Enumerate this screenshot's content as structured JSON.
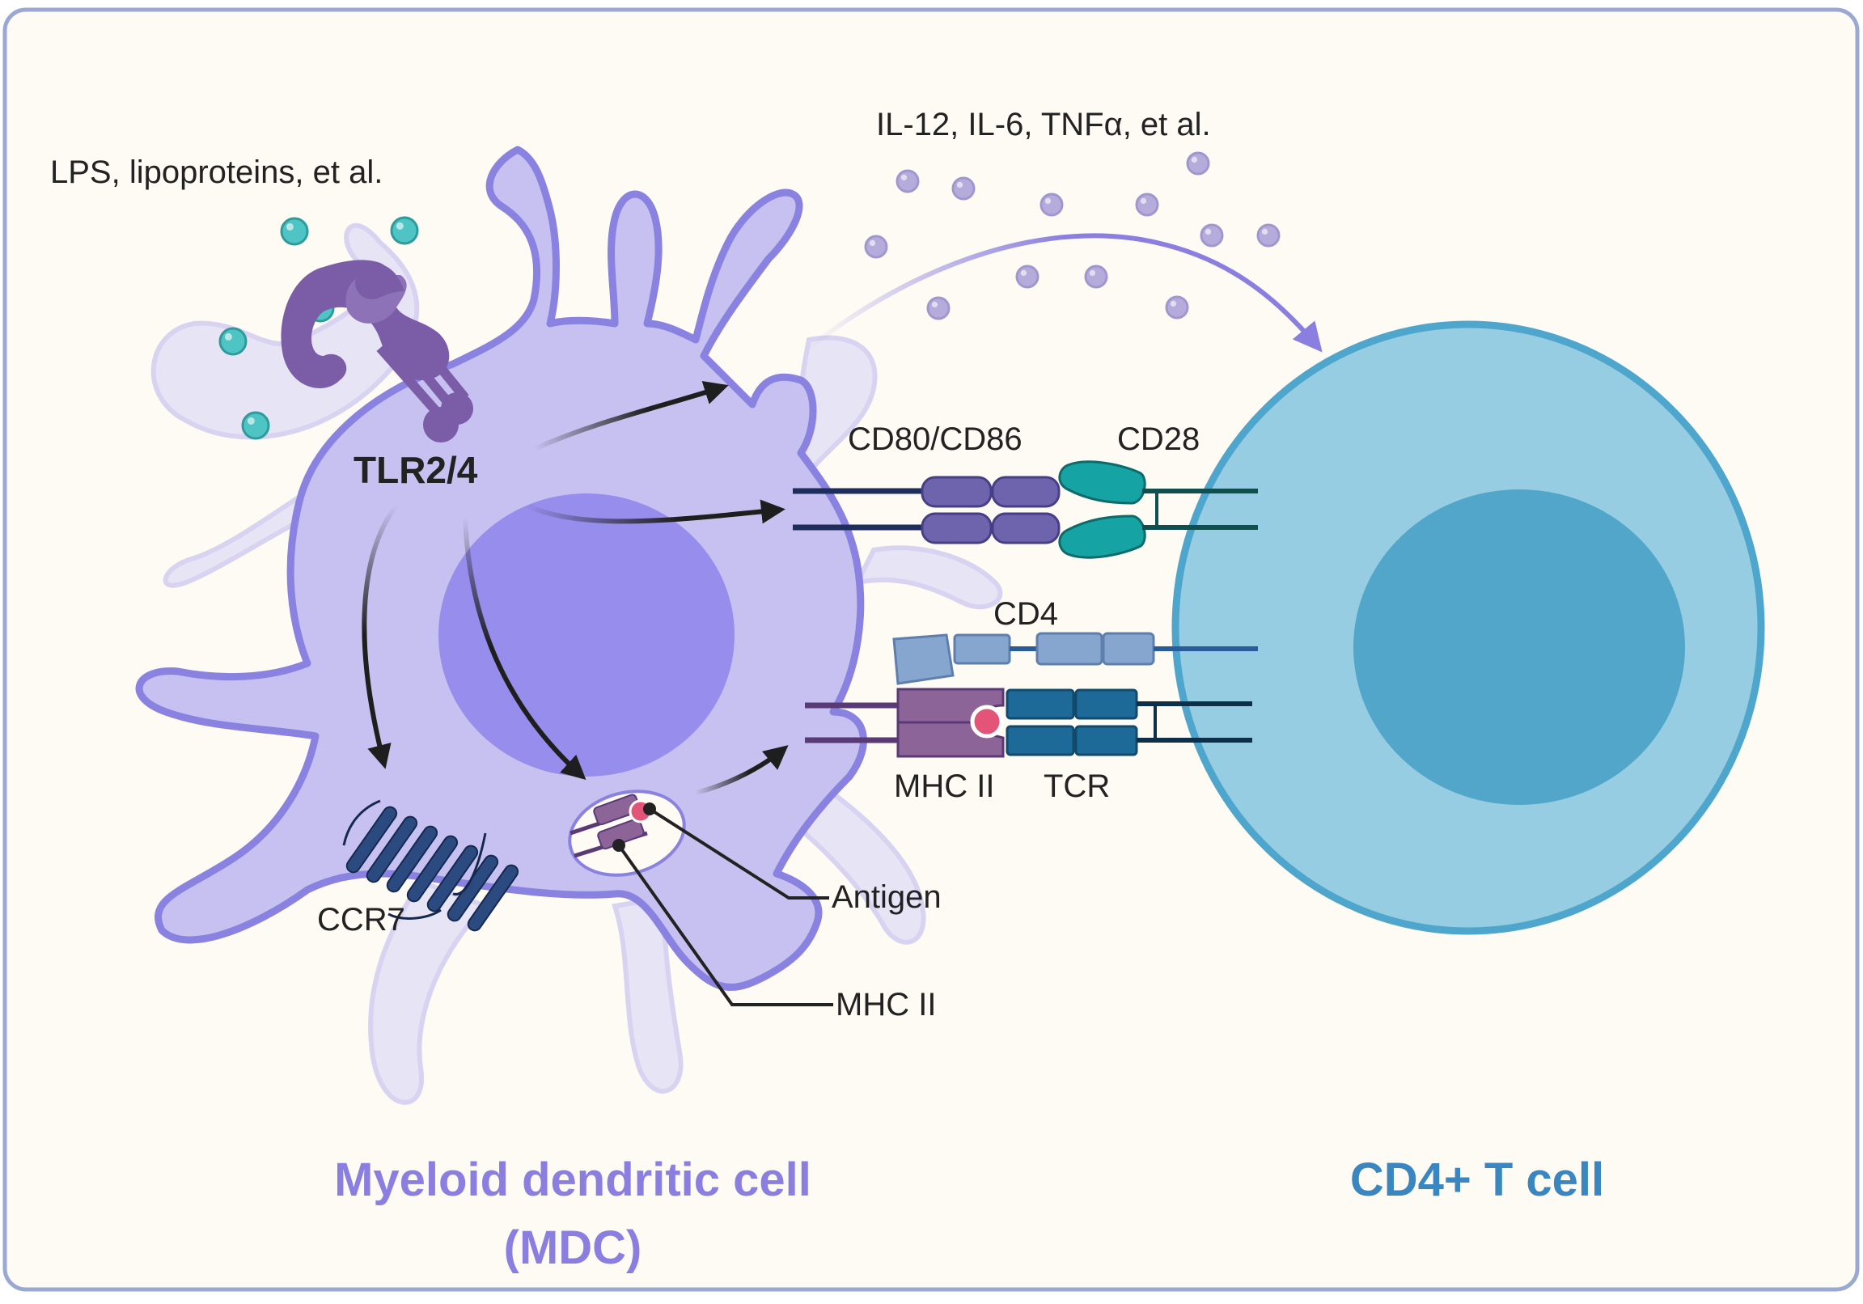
{
  "labels": {
    "ligands": "LPS, lipoproteins, et al.",
    "cytokines": "IL-12, IL-6, TNFα, et al.",
    "tlr": "TLR2/4",
    "cd80_cd86": "CD80/CD86",
    "cd28": "CD28",
    "cd4": "CD4",
    "mhc_ii_surface": "MHC II",
    "tcr": "TCR",
    "ccr7": "CCR7",
    "antigen": "Antigen",
    "mhc_ii_vesicle": "MHC II"
  },
  "titles": {
    "mdc_line1": "Myeloid dendritic cell",
    "mdc_line2": "(MDC)",
    "t_cell": "CD4+ T cell"
  },
  "colors": {
    "background": "#fefbf4",
    "frame": "#9aa8d4",
    "mdc_body": "#c6c1f0",
    "mdc_outline": "#8a82e0",
    "mdc_nucleus": "#968ded",
    "t_cell_body": "#96cde3",
    "t_cell_outline": "#4ea6cc",
    "t_cell_nucleus": "#51a6c9",
    "tlr": "#7a5da6",
    "ligand": "#4fc4c4",
    "cytokine": "#b6acdc",
    "cd80_cd86": "#6e64ae",
    "cd28": "#16a3a3",
    "cd4": "#86a6cf",
    "mhc_ii": "#8c6498",
    "tcr": "#1d6a98",
    "ccr7": "#2a4a80",
    "antigen": "#e25578"
  }
}
